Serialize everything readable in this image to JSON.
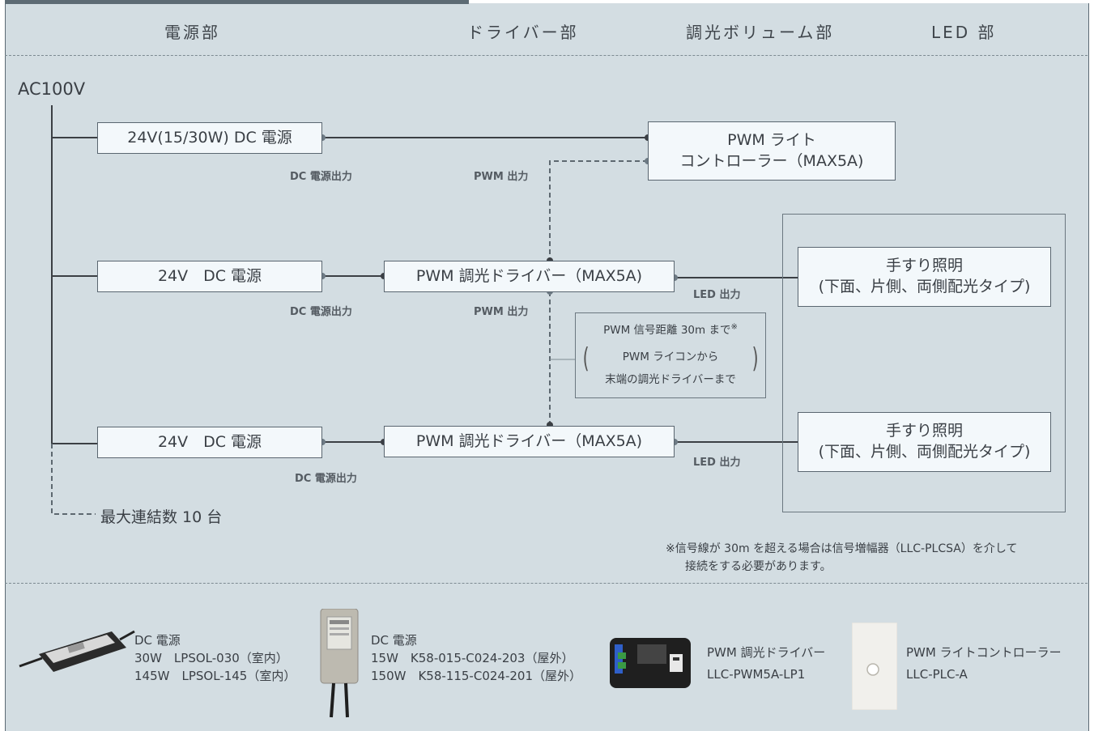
{
  "headers": [
    "電源部",
    "ドライバー部",
    "調光ボリューム部",
    "LED 部"
  ],
  "input": {
    "label": "AC100V"
  },
  "blocks": {
    "psu1": "24V(15/30W) DC 電源",
    "psu2": "24V　DC 電源",
    "psu3": "24V　DC 電源",
    "controller_line1": "PWM ライト",
    "controller_line2": "コントローラー（MAX5A)",
    "driver2": "PWM 調光ドライバー（MAX5A)",
    "driver3": "PWM 調光ドライバー（MAX5A)",
    "led_line1": "手すり照明",
    "led_line2": "(下面、片側、両側配光タイプ)"
  },
  "labels": {
    "dc_out": "DC 電源出力",
    "pwm_out": "PWM 出力",
    "led_out": "LED 出力"
  },
  "distance_note": {
    "line1": "PWM 信号距離 30m まで",
    "mark": "※",
    "line2": "PWM ライコンから",
    "line3": "末端の調光ドライバーまで"
  },
  "max_connections": "最大連結数 10 台",
  "footnote": {
    "line1": "※信号線が 30m を超える場合は信号増幅器（LLC-PLCSA）を介して",
    "line2": "接続をする必要があります。"
  },
  "products": [
    {
      "title": "DC 電源",
      "rows": [
        "30W　LPSOL-030（室内）",
        "145W　LPSOL-145（室内）"
      ]
    },
    {
      "title": "DC 電源",
      "rows": [
        "15W　K58-015-C024-203（屋外）",
        "150W　K58-115-C024-201（屋外）"
      ]
    },
    {
      "title": "PWM 調光ドライバー",
      "rows": [
        "LLC-PWM5A-LP1"
      ]
    },
    {
      "title": "PWM ライトコントローラー",
      "rows": [
        "LLC-PLC-A"
      ]
    }
  ],
  "colors": {
    "panel": "#d3dde2",
    "line": "#3b3f44",
    "box_fill": "#f3f8fb",
    "dash": "#5d6870"
  }
}
